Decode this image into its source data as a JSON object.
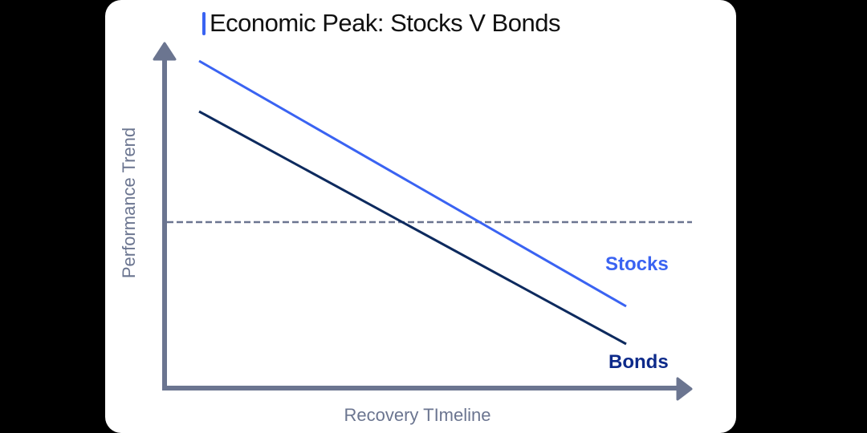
{
  "title": "Economic Peak:  Stocks V Bonds",
  "colors": {
    "background": "#000000",
    "card": "#ffffff",
    "accent_bar": "#3a63f2",
    "axis": "#6b7590",
    "stocks": "#3a63f2",
    "bonds": "#0d2a5e",
    "bonds_label": "#0d2a8a"
  },
  "chart_data": {
    "type": "line",
    "title": "Economic Peak:  Stocks V Bonds",
    "xlabel": "Recovery TImeline",
    "ylabel": "Performance Trend",
    "grid": false,
    "ticks": "none",
    "reference_line": {
      "style": "dashed",
      "position": "horizontal mid-level",
      "relative_y": 0.49
    },
    "series": [
      {
        "name": "Stocks",
        "start": {
          "x": 0.07,
          "y": 0.95
        },
        "end": {
          "x": 0.88,
          "y": 0.24
        },
        "trend": "declining",
        "crosses_reference_at_x": 0.6
      },
      {
        "name": "Bonds",
        "start": {
          "x": 0.07,
          "y": 0.8
        },
        "end": {
          "x": 0.88,
          "y": 0.12
        },
        "trend": "declining",
        "crosses_reference_at_x": 0.45
      }
    ],
    "legend": "inline labels at line ends"
  },
  "axes": {
    "x_label": "Recovery TImeline",
    "y_label": "Performance Trend"
  },
  "labels": {
    "stocks": "Stocks",
    "bonds": "Bonds"
  }
}
